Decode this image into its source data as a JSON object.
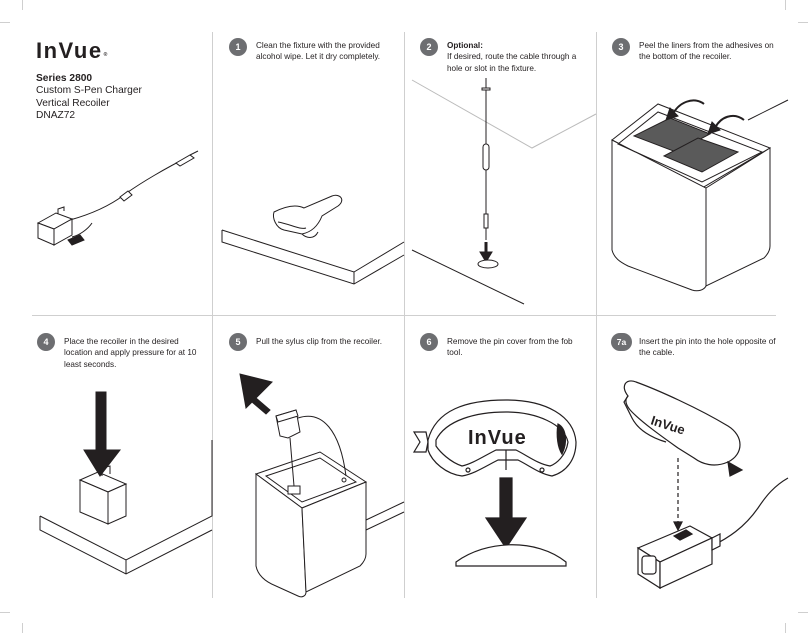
{
  "brand": {
    "logo": "InVue",
    "trademark": "®"
  },
  "product": {
    "series": "Series 2800",
    "line1": "Custom S-Pen Charger",
    "line2": "Vertical Recoiler",
    "model": "DNAZ72"
  },
  "steps": [
    {
      "number": "1",
      "text": "Clean the fixture with the provided alcohol wipe. Let it dry completely."
    },
    {
      "number": "2",
      "heading": "Optional:",
      "text": "If desired, route the cable through a hole or slot in the fixture."
    },
    {
      "number": "3",
      "text": "Peel the liners from the adhesives on the bottom of the recoiler."
    },
    {
      "number": "4",
      "text": "Place the recoiler in the desired location and apply pressure for at 10 least seconds."
    },
    {
      "number": "5",
      "text": "Pull the sylus clip from the recoiler."
    },
    {
      "number": "6",
      "text": "Remove the pin cover from the fob tool."
    },
    {
      "number": "7a",
      "text": "Insert the pin into the hole opposite of the cable."
    }
  ],
  "fob_logo_step6": "InVue",
  "fob_logo_step7": "InVue",
  "colors": {
    "badge": "#6d6e71",
    "text": "#231f20",
    "line": "#231f20",
    "divider": "#cfcfcf"
  }
}
